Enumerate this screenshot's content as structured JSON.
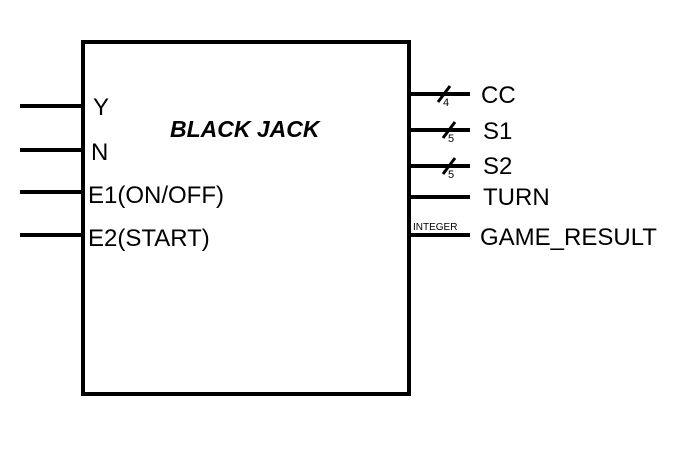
{
  "block": {
    "title": "BLACK JACK"
  },
  "inputs": [
    {
      "name": "Y"
    },
    {
      "name": "N"
    },
    {
      "name": "E1(ON/OFF)"
    },
    {
      "name": "E2(START)"
    }
  ],
  "outputs": [
    {
      "name": "CC",
      "width": "4"
    },
    {
      "name": "S1",
      "width": "5"
    },
    {
      "name": "S2",
      "width": "5"
    },
    {
      "name": "TURN"
    },
    {
      "name": "GAME_RESULT",
      "type": "INTEGER"
    }
  ]
}
